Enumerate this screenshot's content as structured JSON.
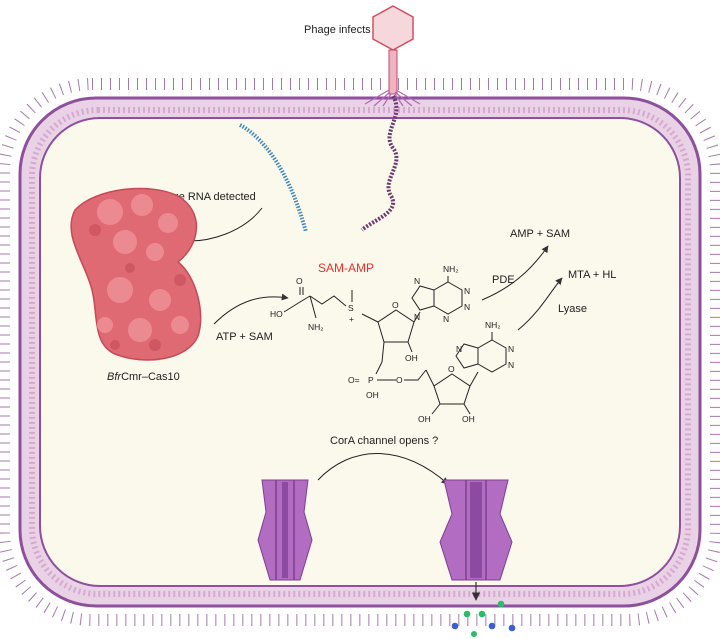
{
  "labels": {
    "phage_infects": "Phage infects",
    "phage_rna_detected": "Phage RNA detected",
    "sam_amp": "SAM-AMP",
    "atp_sam": "ATP + SAM",
    "complex_italic": "Bfr",
    "complex_rest": "Cmr–Cas10",
    "amp_sam": "AMP + SAM",
    "pde": "PDE",
    "mta_hl": "MTA + HL",
    "lyase": "Lyase",
    "cora_opens": "CorA channel opens ?"
  },
  "chem": {
    "nh2": "NH₂",
    "nh2_b": "NH₂",
    "ho": "HO",
    "o": "O",
    "nh2_small": "NH₂",
    "s_plus": "S",
    "plus": "+",
    "n": "N",
    "oh": "OH",
    "p": "P",
    "o_eq": "O=",
    "oh_p": "OH"
  },
  "colors": {
    "membrane": "#8e4f9c",
    "membrane_fill": "#ead2e6",
    "cytoplasm": "#fbf8ec",
    "protein": "#e06a74",
    "phage": "#e8a6b2",
    "rna": "#3f87b8",
    "dna": "#6b3a6f",
    "channel": "#a35bb3",
    "sam_amp": "#e8312f",
    "ion_green": "#2dbb6a",
    "ion_blue": "#3a5fcf"
  }
}
